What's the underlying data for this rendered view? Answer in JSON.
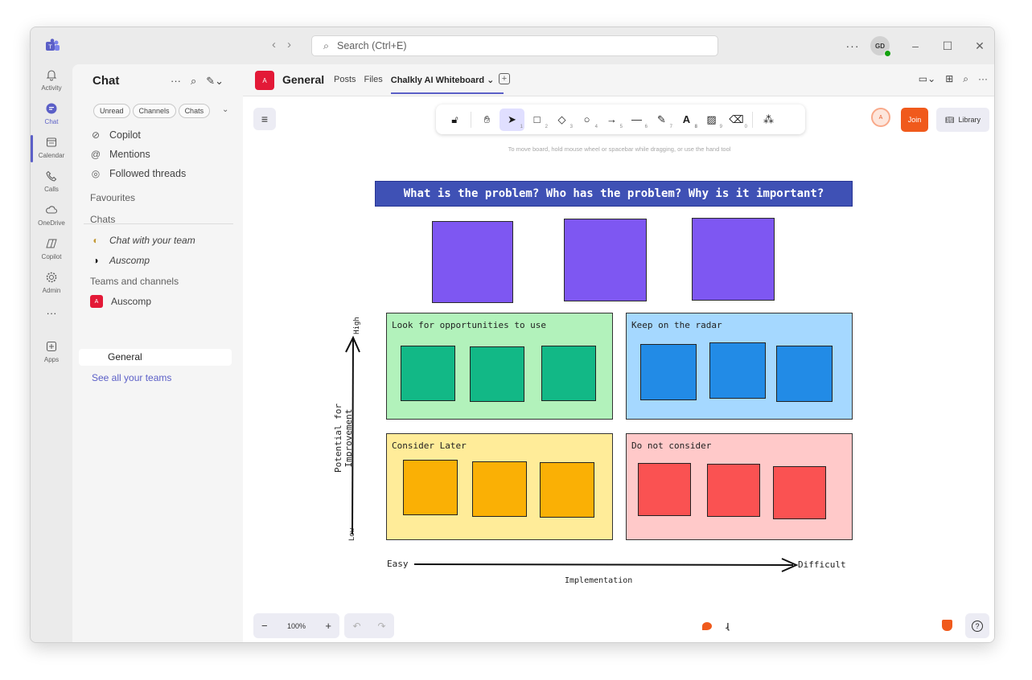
{
  "titlebar": {
    "search_placeholder": "Search (Ctrl+E)",
    "user_initials": "GD"
  },
  "rail": [
    {
      "label": "Activity"
    },
    {
      "label": "Chat"
    },
    {
      "label": "Calendar"
    },
    {
      "label": "Calls"
    },
    {
      "label": "OneDrive"
    },
    {
      "label": "Copilot"
    },
    {
      "label": "Admin"
    },
    {
      "label": "Apps"
    }
  ],
  "sidebar": {
    "title": "Chat",
    "filters": [
      "Unread",
      "Channels",
      "Chats"
    ],
    "quick": [
      {
        "label": "Copilot",
        "icon": "copilot-icon"
      },
      {
        "label": "Mentions",
        "icon": "at-icon"
      },
      {
        "label": "Followed threads",
        "icon": "followed-icon"
      }
    ],
    "favourites_label": "Favourites",
    "chats_label": "Chats",
    "chats": [
      "Chat with your team",
      "Auscomp"
    ],
    "teams_label": "Teams and channels",
    "team_name": "Auscomp",
    "team_badge": "A",
    "channel": "General",
    "see_all": "See all your teams"
  },
  "channel_header": {
    "badge": "A",
    "title": "General",
    "tabs": [
      "Posts",
      "Files",
      "Chalkly AI Whiteboard"
    ]
  },
  "board": {
    "hint": "To move board, hold mouse wheel or spacebar while dragging, or use the hand tool",
    "collaborator_initial": "A",
    "join_label": "Join",
    "library_label": "Library",
    "zoom": "100%",
    "tool_shortcuts": [
      "1",
      "2",
      "3",
      "4",
      "5",
      "6",
      "7",
      "8",
      "9",
      "0"
    ],
    "banner": "What is the problem? Who has the problem? Why is it important?",
    "quadrants": {
      "top_left": "Look for opportunities to use",
      "top_right": "Keep on the radar",
      "bottom_left": "Consider Later",
      "bottom_right": "Do not consider"
    },
    "y_axis": {
      "label": "Potential for Improvement",
      "high": "High",
      "low": "Low"
    },
    "x_axis": {
      "label": "Implementation",
      "easy": "Easy",
      "difficult": "Difficult"
    },
    "colors": {
      "purple_note": "#7e57f2",
      "green_area": "#b2f2bb",
      "green_note": "#12b886",
      "blue_area": "#a5d8ff",
      "blue_note": "#228be6",
      "yellow_area": "#ffec99",
      "yellow_note": "#fab005",
      "red_area": "#ffc9c9",
      "red_note": "#fa5252",
      "banner": "#3f51b5"
    }
  }
}
